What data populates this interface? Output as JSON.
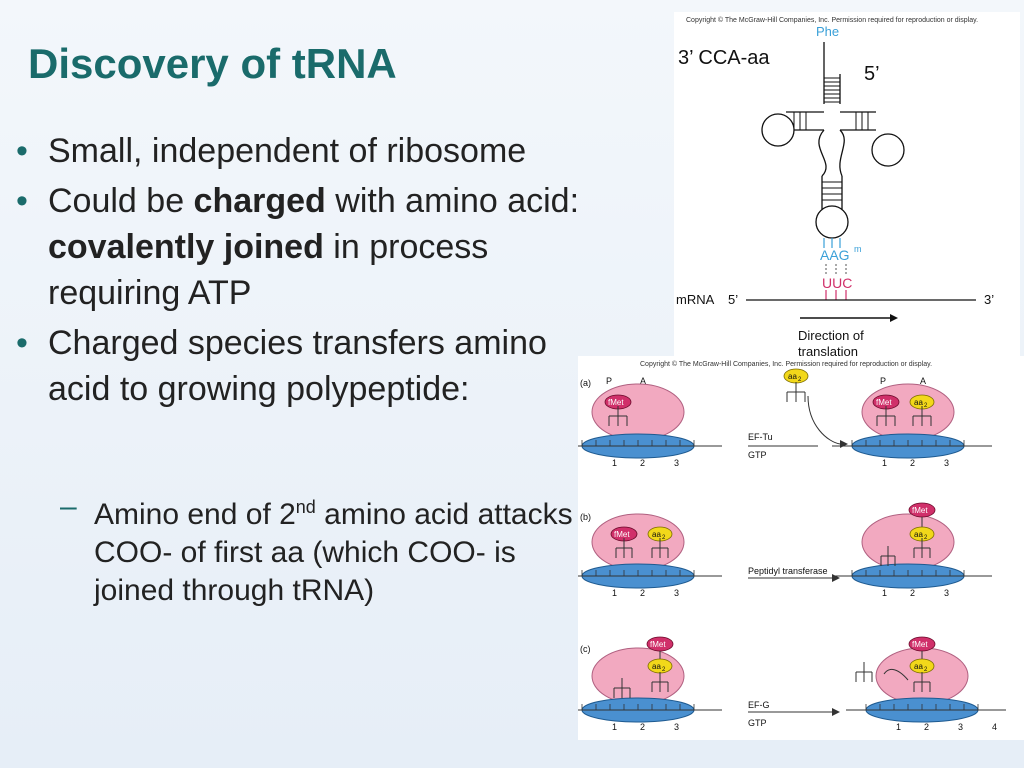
{
  "slide": {
    "title": "Discovery of tRNA",
    "bullets": [
      {
        "pre": "Small, independent of ribosome",
        "bold1": "",
        "mid": "",
        "bold2": "",
        "post": ""
      },
      {
        "pre": "Could be ",
        "bold1": "charged",
        "mid": " with amino acid: ",
        "bold2": "covalently joined",
        "post": " in process requiring ATP"
      },
      {
        "pre": "Charged species transfers amino acid to growing polypeptide:",
        "bold1": "",
        "mid": "",
        "bold2": "",
        "post": ""
      }
    ],
    "sub_bullet": {
      "pre": "Amino end of 2",
      "sup": "nd",
      "post": " amino acid attacks COO-  of first aa (which COO- is joined through tRNA)"
    },
    "bullet_marker": "•",
    "dash_marker": "–"
  },
  "trna_figure": {
    "copyright": "Copyright © The McGraw-Hill Companies, Inc. Permission required for reproduction or display.",
    "cca_label": "3’ CCA-aa",
    "five_prime": "5’",
    "phe": "Phe",
    "anticodon": "AAG",
    "anticodon_sup": "m",
    "codon": "UUC",
    "mrna_label": "mRNA",
    "mrna_5": "5’",
    "mrna_3": "3’",
    "direction": "Direction of",
    "direction2": "translation"
  },
  "ribosome_figure": {
    "copyright": "Copyright © The McGraw-Hill Companies, Inc. Permission required for reproduction or display.",
    "panel_a": "(a)",
    "panel_b": "(b)",
    "panel_c": "(c)",
    "site_p": "P",
    "site_a": "A",
    "fmet": "fMet",
    "aa2": "aa",
    "aa2_sub": "2",
    "ef_tu": "EF-Tu",
    "gtp": "GTP",
    "peptidyl": "Peptidyl transferase",
    "ef_g": "EF-G",
    "n1": "1",
    "n2": "2",
    "n3": "3",
    "n4": "4",
    "colors": {
      "ribo_top": "#f2a9c0",
      "ribo_bottom": "#4a90d0",
      "fmet": "#d0306a",
      "aa2": "#f2d81a"
    }
  }
}
